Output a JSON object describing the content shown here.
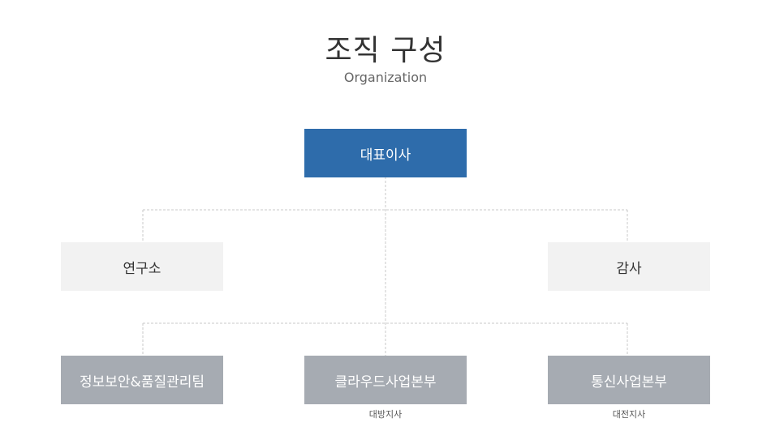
{
  "header": {
    "title": "조직 구성",
    "subtitle": "Organization"
  },
  "nodes": {
    "ceo": "대표이사",
    "research": "연구소",
    "audit": "감사",
    "security": "정보보안&품질관리팀",
    "cloud": "클라우드사업본부",
    "telecom": "통신사업본부"
  },
  "notes": {
    "cloud": "대방지사",
    "telecom": "대전지사"
  },
  "colors": {
    "ceo": "#2e6cab",
    "side": "#f2f2f2",
    "dept": "#a6abb2",
    "connector": "#c8c8c8"
  }
}
